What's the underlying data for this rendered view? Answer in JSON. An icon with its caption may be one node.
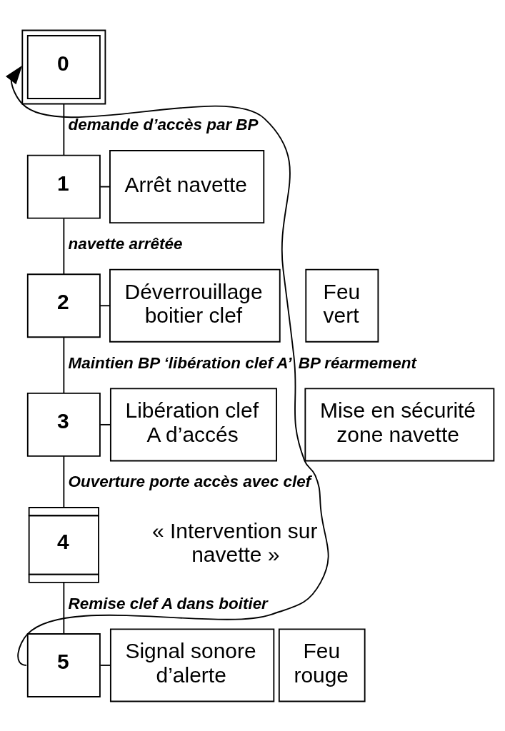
{
  "diagram": {
    "nodes": [
      {
        "text": [
          "0"
        ]
      },
      {
        "text": [
          "1"
        ]
      },
      {
        "text": [
          "Arrêt navette"
        ]
      },
      {
        "text": [
          "2"
        ]
      },
      {
        "text": [
          "Déverrouillage boitier clef"
        ]
      },
      {
        "text": [
          "Feu vert"
        ]
      },
      {
        "text": [
          "3"
        ]
      },
      {
        "text": [
          "Libération clef A d’accés"
        ]
      },
      {
        "text": [
          "Mise en sécurité zone navette"
        ]
      },
      {
        "text": [
          "4"
        ],
        "beside": [
          "« Intervention sur navette »"
        ]
      },
      {
        "text": [
          "5"
        ]
      },
      {
        "text": [
          "Signal sonore d’alerte"
        ]
      },
      {
        "text": [
          "Feu rouge"
        ]
      }
    ],
    "edges": [
      {
        "from": 0,
        "to": 1,
        "arrow": "none",
        "label": "demande d’accès par BP"
      },
      {
        "from": 1,
        "to": 2,
        "arrow": "none"
      },
      {
        "from": 1,
        "to": 3,
        "arrow": "none",
        "label": "navette arrêtée"
      },
      {
        "from": 3,
        "to": 4,
        "arrow": "none"
      },
      {
        "from": 3,
        "to": 6,
        "arrow": "none",
        "label": "Maintien BP ‘libération clef A’"
      },
      {
        "from": 6,
        "to": 7,
        "arrow": "none"
      },
      {
        "from": 6,
        "to": 9,
        "arrow": "none",
        "label": "Ouverture porte accès avec clef"
      },
      {
        "from": 9,
        "to": 10,
        "arrow": "none",
        "label": "Remise clef A dans boitier"
      },
      {
        "from": 10,
        "to": 11,
        "arrow": "none"
      },
      {
        "from": 10,
        "to": 0,
        "arrow": "to",
        "label": "BP réarmement"
      }
    ]
  }
}
